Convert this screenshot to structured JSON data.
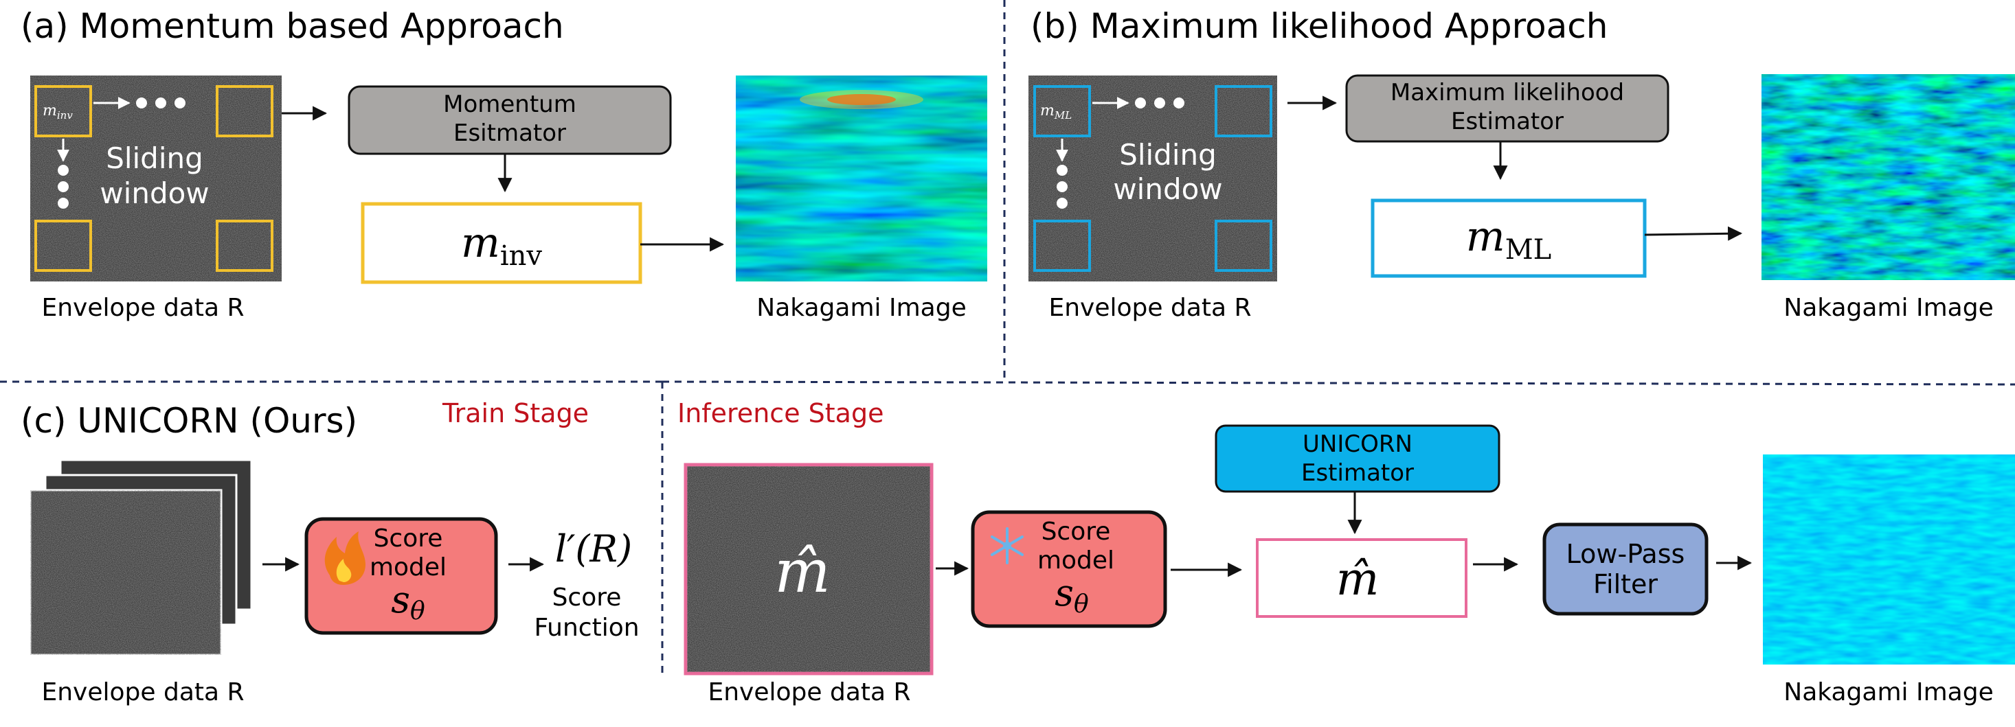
{
  "panels": {
    "a": {
      "title": "(a) Momentum based Approach"
    },
    "b": {
      "title": "(b) Maximum likelihood Approach"
    },
    "c": {
      "title": "(c) UNICORN (Ours)",
      "train_label": "Train Stage",
      "inference_label": "Inference Stage"
    }
  },
  "a": {
    "window_label": "m",
    "window_sub": "inv",
    "sliding_text": [
      "Sliding",
      "window"
    ],
    "envelope_caption": "Envelope data R",
    "estimator_lines": [
      "Momentum",
      "Esitmator"
    ],
    "output_symbol": "m",
    "output_sub": "inv",
    "nakagami_caption": "Nakagami Image"
  },
  "b": {
    "window_label": "m",
    "window_sub": "ML",
    "sliding_text": [
      "Sliding",
      "window"
    ],
    "envelope_caption": "Envelope data R",
    "estimator_lines": [
      "Maximum likelihood",
      "Estimator"
    ],
    "output_symbol": "m",
    "output_sub": "ML",
    "nakagami_caption": "Nakagami Image"
  },
  "c": {
    "train": {
      "envelope_caption": "Envelope data R",
      "score_model_lines": [
        "Score",
        "model"
      ],
      "score_symbol": "s",
      "score_sub": "θ",
      "fire_icon": "fire-icon",
      "score_output": "l′(R)",
      "score_function_lines": [
        "Score",
        "Function"
      ]
    },
    "inference": {
      "input_symbol": "m̂",
      "envelope_caption": "Envelope data R",
      "score_model_lines": [
        "Score",
        "model"
      ],
      "score_symbol": "s",
      "score_sub": "θ",
      "snowflake_icon": "snowflake-icon",
      "estimator_lines": [
        "UNICORN",
        "Estimator"
      ],
      "output_symbol": "m̂",
      "filter_lines": [
        "Low-Pass",
        "Filter"
      ],
      "nakagami_caption": "Nakagami Image"
    }
  },
  "colors": {
    "a_accent": "#f2c12e",
    "b_accent": "#1aa7e0",
    "estimator_gray": "#a8a6a4",
    "score_red": "#f47b7b",
    "unicorn_blue": "#0bb0ea",
    "filter_blue": "#8fa8d8",
    "pink": "#e86a9a",
    "stage_red": "#c0121c",
    "divider": "#1f2d5a"
  }
}
